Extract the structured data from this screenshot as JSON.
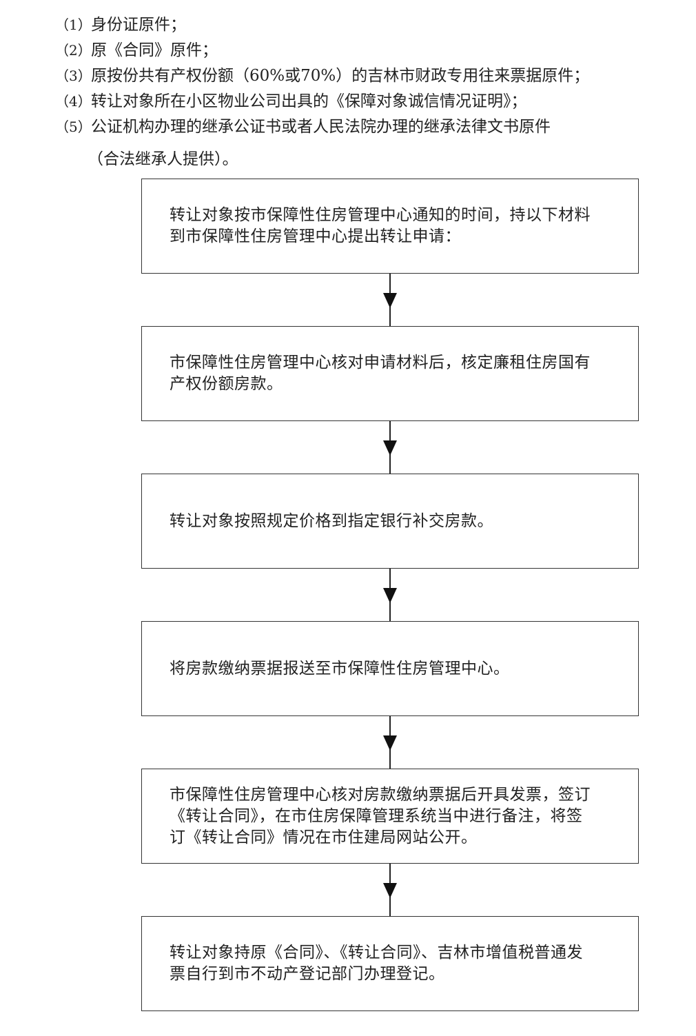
{
  "materials": [
    {
      "num": "（1）",
      "text": "身份证原件；"
    },
    {
      "num": "（2）",
      "text": "原《合同》原件；"
    },
    {
      "num": "（3）",
      "text": "原按份共有产权份额（60%或70%）的吉林市财政专用往来票据原件；"
    },
    {
      "num": "（4）",
      "text": "转让对象所在小区物业公司出具的《保障对象诚信情况证明》；"
    },
    {
      "num": "（5）",
      "text": "公证机构办理的继承公证书或者人民法院办理的继承法律文书原件"
    }
  ],
  "materials_continuation": "（合法继承人提供）。",
  "steps": [
    {
      "text": "转让对象按市保障性住房管理中心通知的时间，持以下材料到市保障性住房管理中心提出转让申请："
    },
    {
      "text": "市保障性住房管理中心核对申请材料后，核定廉租住房国有产权份额房款。"
    },
    {
      "text": "转让对象按照规定价格到指定银行补交房款。"
    },
    {
      "text": "将房款缴纳票据报送至市保障性住房管理中心。"
    },
    {
      "text": "市保障性住房管理中心核对房款缴纳票据后开具发票，签订《转让合同》，在市住房保障管理系统当中进行备注，将签订《转让合同》情况在市住建局网站公开。"
    },
    {
      "text": "转让对象持原《合同》、《转让合同》、吉林市增值税普通发票自行到市不动产登记部门办理登记。"
    }
  ]
}
